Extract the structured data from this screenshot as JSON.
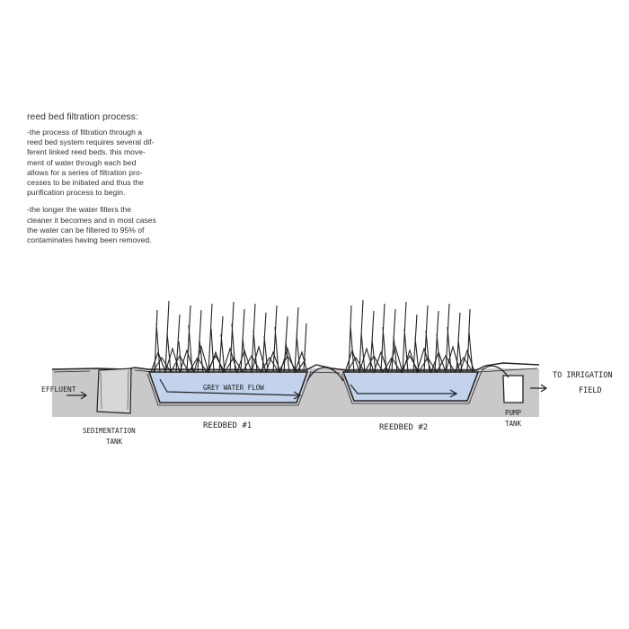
{
  "text": {
    "heading": "reed bed filtration process:",
    "paragraph_1": "-the process of filtration through a\nreed bed system requires several dif-\nferent linked reed beds.  this move-\nment of water through each bed\nallows for a series of filtration pro-\ncesses to be initiated and thus the\npurification process to begin.",
    "paragraph_2": "-the longer the water filters the\ncleaner it becomes and in most cases\nthe water can be filtered to 95% of\ncontaminates having been removed."
  },
  "diagram": {
    "labels": {
      "effluent": "EFFLUENT",
      "sedimentation_1": "SEDIMENTATION",
      "sedimentation_2": "TANK",
      "flow": "GREY WATER FLOW",
      "reedbed_1": "REEDBED #1",
      "reedbed_2": "REEDBED #2",
      "pump_1": "PUMP",
      "pump_2": "TANK",
      "irrigation_1": "TO IRRIGATION",
      "irrigation_2": "FIELD"
    },
    "colors": {
      "ground": "#c9c9c9",
      "water": "#c3d3ec",
      "ink": "#222222"
    }
  }
}
